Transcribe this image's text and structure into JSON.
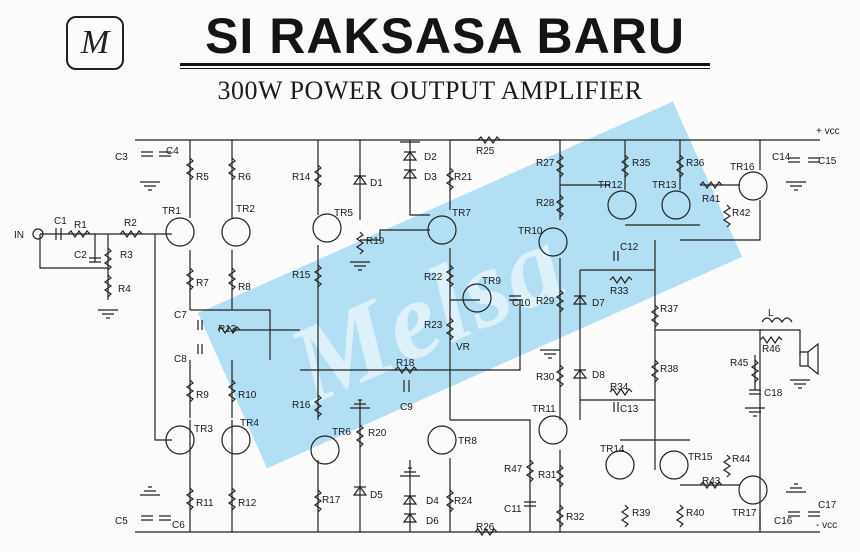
{
  "header": {
    "logo_letter": "M",
    "title": "SI RAKSASA BARU",
    "subtitle": "300W POWER OUTPUT AMPLIFIER"
  },
  "watermark": "Melsa",
  "supply": {
    "pos": "+ vcc",
    "neg": "- vcc"
  },
  "input_label": "IN",
  "components": {
    "C1": "C1",
    "C2": "C2",
    "C3": "C3",
    "C4": "C4",
    "C5": "C5",
    "C6": "C6",
    "C7": "C7",
    "C8": "C8",
    "C9": "C9",
    "C10": "C10",
    "C11": "C11",
    "C12": "C12",
    "C13": "C13",
    "C14": "C14",
    "C15": "C15",
    "C16": "C16",
    "C17": "C17",
    "C18": "C18",
    "R1": "R1",
    "R2": "R2",
    "R3": "R3",
    "R4": "R4",
    "R5": "R5",
    "R6": "R6",
    "R7": "R7",
    "R8": "R8",
    "R9": "R9",
    "R10": "R10",
    "R11": "R11",
    "R12": "R12",
    "R13": "R13",
    "R14": "R14",
    "R15": "R15",
    "R16": "R16",
    "R17": "R17",
    "R18": "R18",
    "R19": "R19",
    "R20": "R20",
    "R21": "R21",
    "R22": "R22",
    "R23": "R23",
    "R24": "R24",
    "R25": "R25",
    "R26": "R26",
    "R27": "R27",
    "R28": "R28",
    "R29": "R29",
    "R30": "R30",
    "R31": "R31",
    "R32": "R32",
    "R33": "R33",
    "R34": "R34",
    "R35": "R35",
    "R36": "R36",
    "R37": "R37",
    "R38": "R38",
    "R39": "R39",
    "R40": "R40",
    "R41": "R41",
    "R42": "R42",
    "R43": "R43",
    "R44": "R44",
    "R45": "R45",
    "R46": "R46",
    "R47": "R47",
    "VR": "VR",
    "L": "L",
    "D1": "D1",
    "D2": "D2",
    "D3": "D3",
    "D4": "D4",
    "D5": "D5",
    "D6": "D6",
    "D7": "D7",
    "D8": "D8",
    "TR1": "TR1",
    "TR2": "TR2",
    "TR3": "TR3",
    "TR4": "TR4",
    "TR5": "TR5",
    "TR6": "TR6",
    "TR7": "TR7",
    "TR8": "TR8",
    "TR9": "TR9",
    "TR10": "TR10",
    "TR11": "TR11",
    "TR12": "TR12",
    "TR13": "TR13",
    "TR14": "TR14",
    "TR15": "TR15",
    "TR16": "TR16",
    "TR17": "TR17"
  }
}
